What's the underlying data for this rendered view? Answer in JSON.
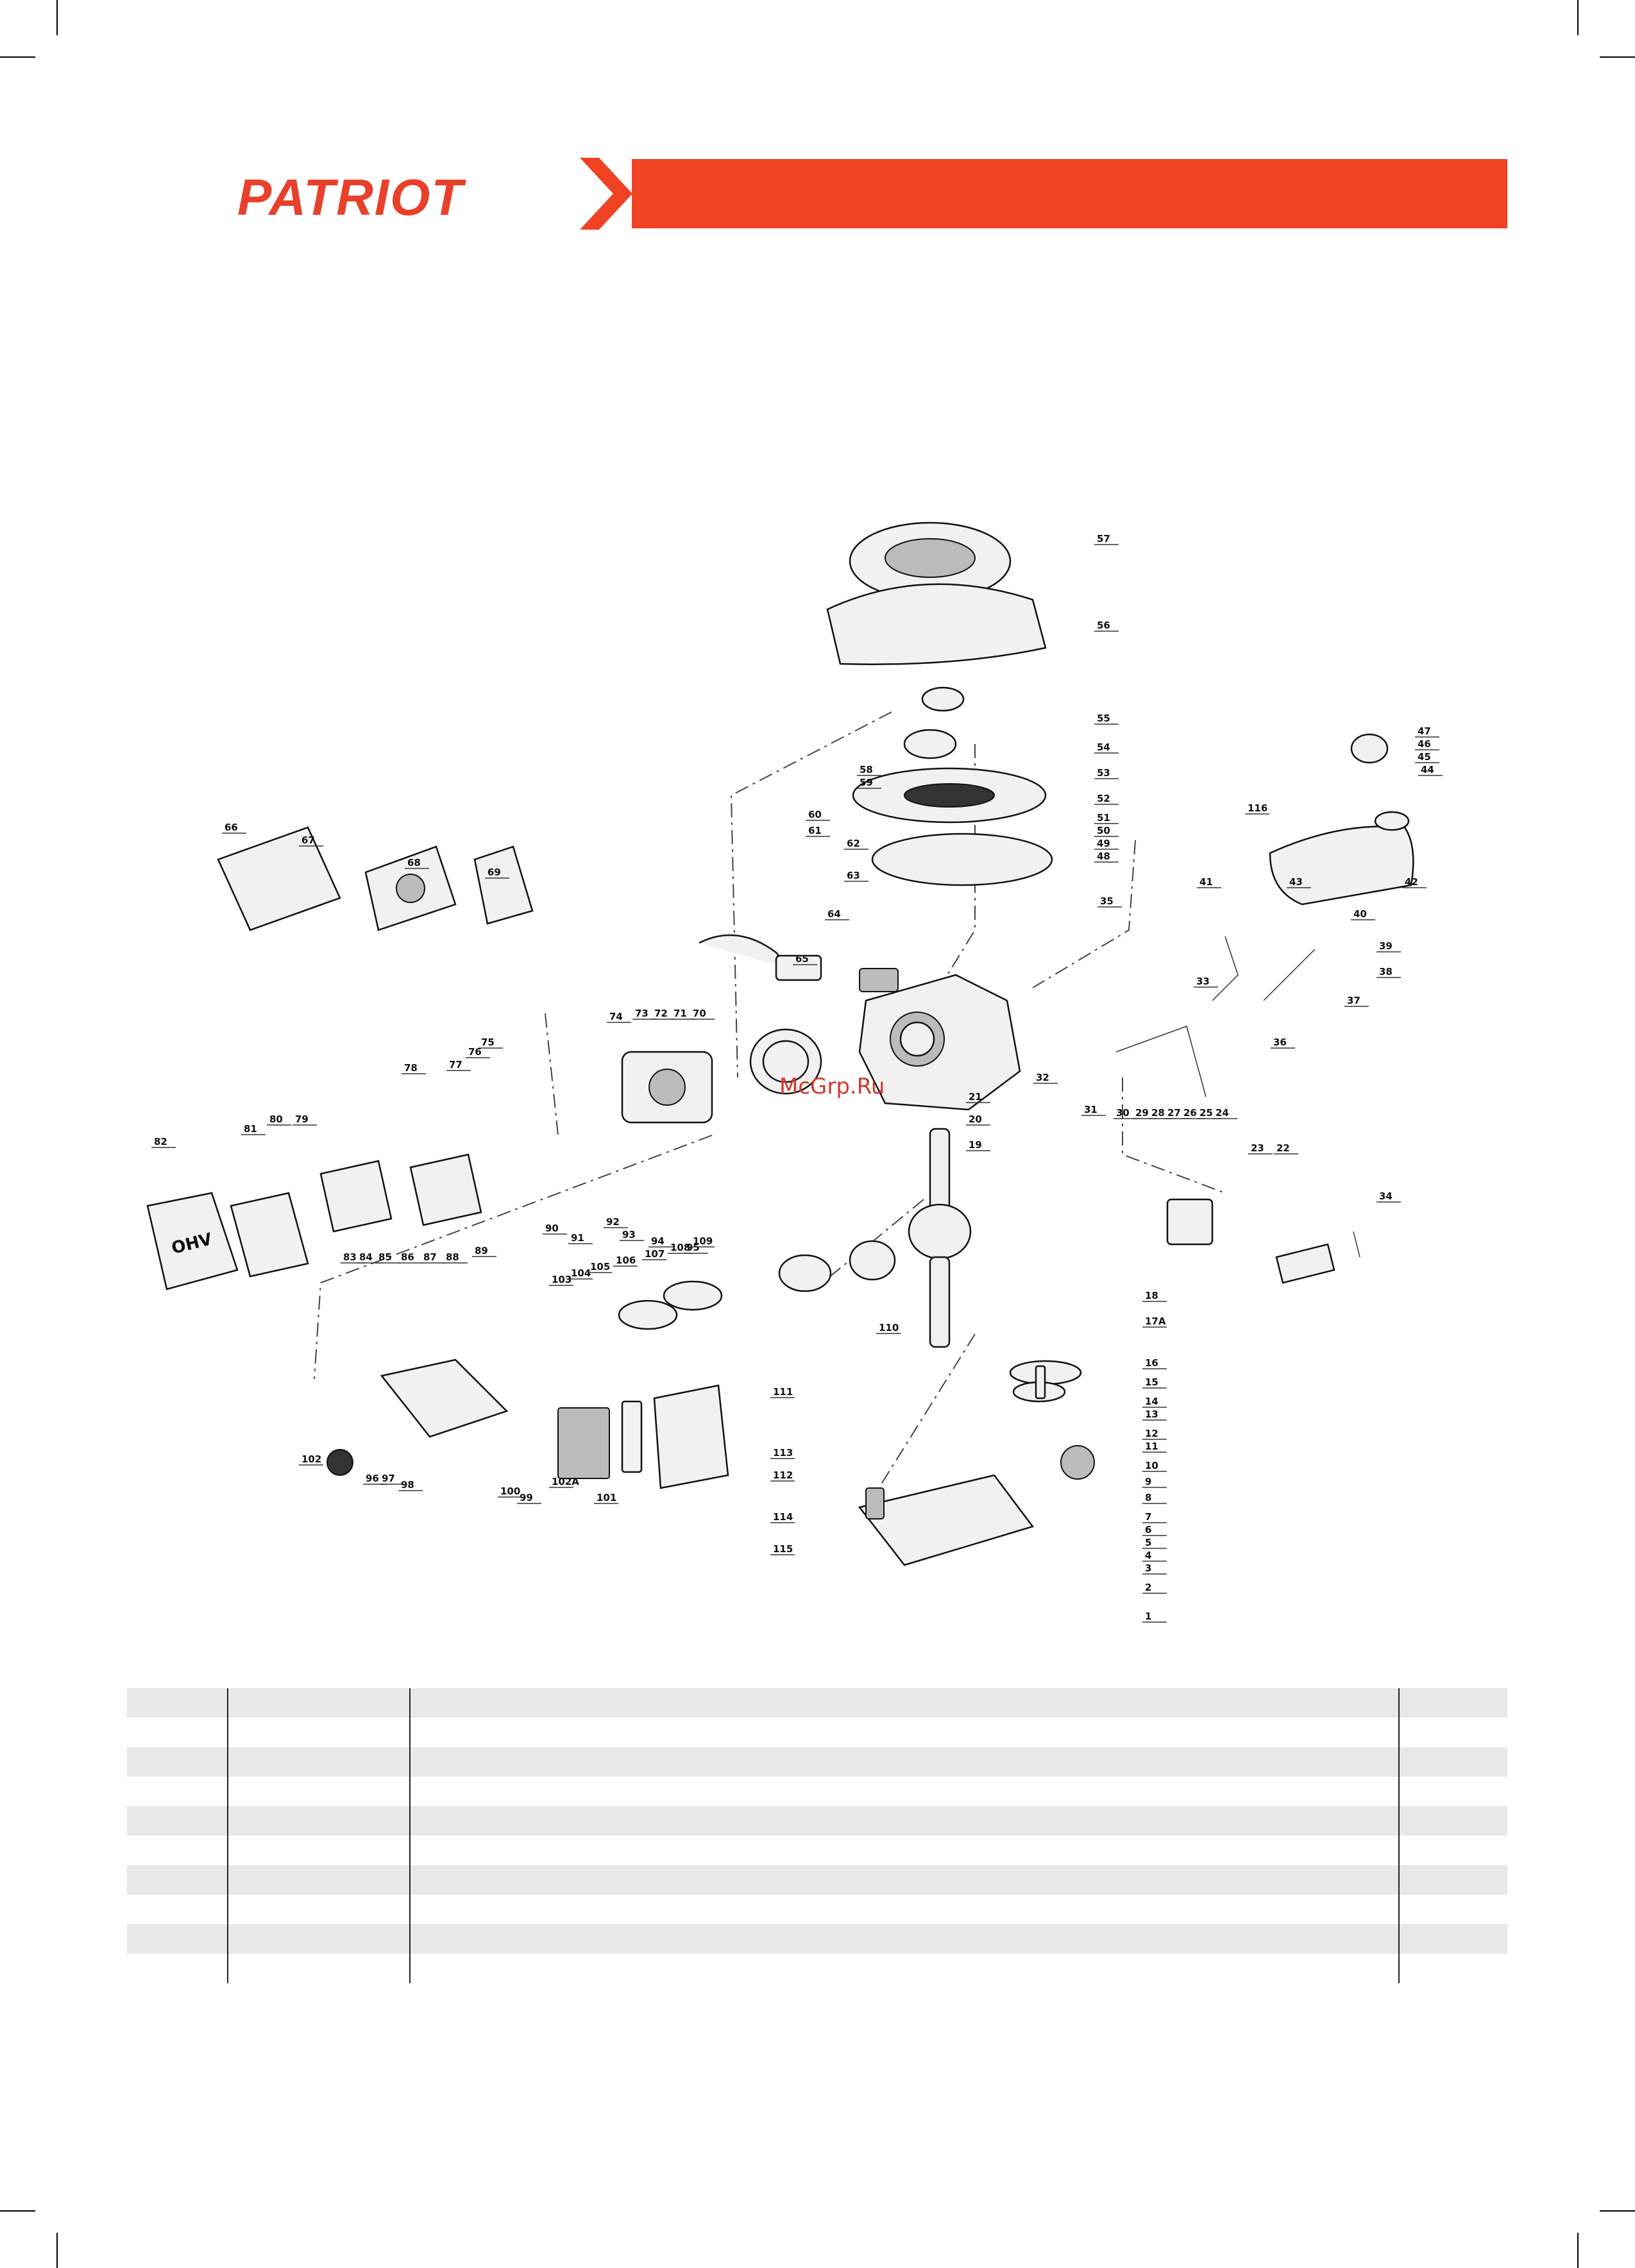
{
  "brand": {
    "name": "PATRIOT",
    "color": "#e8402a"
  },
  "header_bar_color": "#f04323",
  "diagram": {
    "watermark": "McGrp.Ru",
    "labels": [
      "1",
      "2",
      "3",
      "4",
      "5",
      "6",
      "7",
      "8",
      "9",
      "10",
      "11",
      "12",
      "13",
      "14",
      "15",
      "16",
      "17A",
      "18",
      "19",
      "20",
      "21",
      "22",
      "23",
      "24",
      "25",
      "26",
      "27",
      "28",
      "29",
      "30",
      "31",
      "32",
      "33",
      "34",
      "35",
      "36",
      "37",
      "38",
      "39",
      "40",
      "41",
      "42",
      "43",
      "44",
      "45",
      "46",
      "47",
      "48",
      "49",
      "50",
      "51",
      "52",
      "53",
      "54",
      "55",
      "56",
      "57",
      "58",
      "59",
      "60",
      "61",
      "62",
      "63",
      "64",
      "65",
      "66",
      "67",
      "68",
      "69",
      "70",
      "71",
      "72",
      "73",
      "74",
      "75",
      "76",
      "77",
      "78",
      "79",
      "80",
      "81",
      "82",
      "83",
      "84",
      "85",
      "86",
      "87",
      "88",
      "89",
      "90",
      "91",
      "92",
      "93",
      "94",
      "95",
      "96",
      "97",
      "98",
      "99",
      "100",
      "101",
      "102",
      "102A",
      "103",
      "104",
      "105",
      "106",
      "107",
      "108",
      "109",
      "110",
      "111",
      "112",
      "113",
      "114",
      "115",
      "116"
    ],
    "cover_text": "OHV"
  },
  "table": {
    "row_count": 10
  }
}
